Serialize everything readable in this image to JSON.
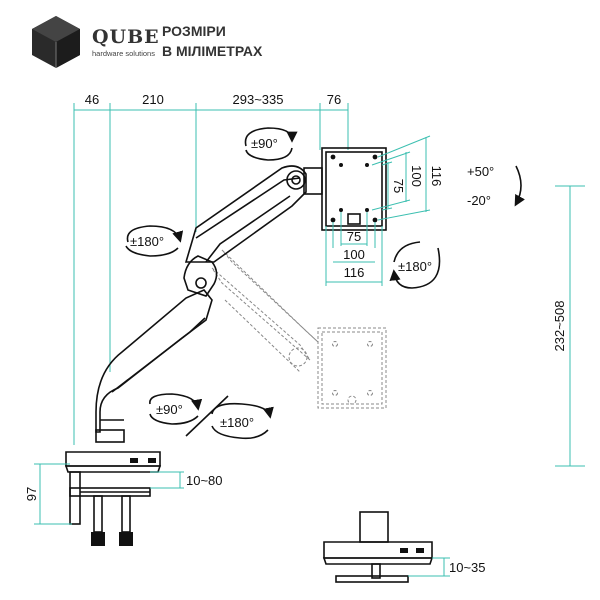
{
  "logo": {
    "brand": "QUBE",
    "tagline": "hardware solutions",
    "colors": {
      "mark_dark": "#2a2a2a",
      "mark_mid": "#555555"
    }
  },
  "header": {
    "title_line1": "РОЗМІРИ",
    "title_line2": "В МІЛІМЕТРАХ"
  },
  "colors": {
    "dimension_line": "#3bbfb0",
    "drawing": "#111111",
    "ghost": "#888888"
  },
  "top_dimensions": [
    "46",
    "210",
    "293~335",
    "76"
  ],
  "vesa": {
    "height_outer": "116",
    "height_mid": "100",
    "height_inner": "75",
    "width_inner": "75",
    "width_mid": "100",
    "width_outer": "116"
  },
  "rotations": {
    "screen_rotate": "±90°",
    "tilt_up": "+50°",
    "tilt_down": "-20°",
    "plate_swivel": "±180°",
    "elbow_swivel": "±180°",
    "base_rotate": "±90°",
    "base_swivel": "±180°"
  },
  "height_range": "232~508",
  "clamp": {
    "base_height": "97",
    "clamp_range": "10~80",
    "grommet_range": "10~35"
  }
}
